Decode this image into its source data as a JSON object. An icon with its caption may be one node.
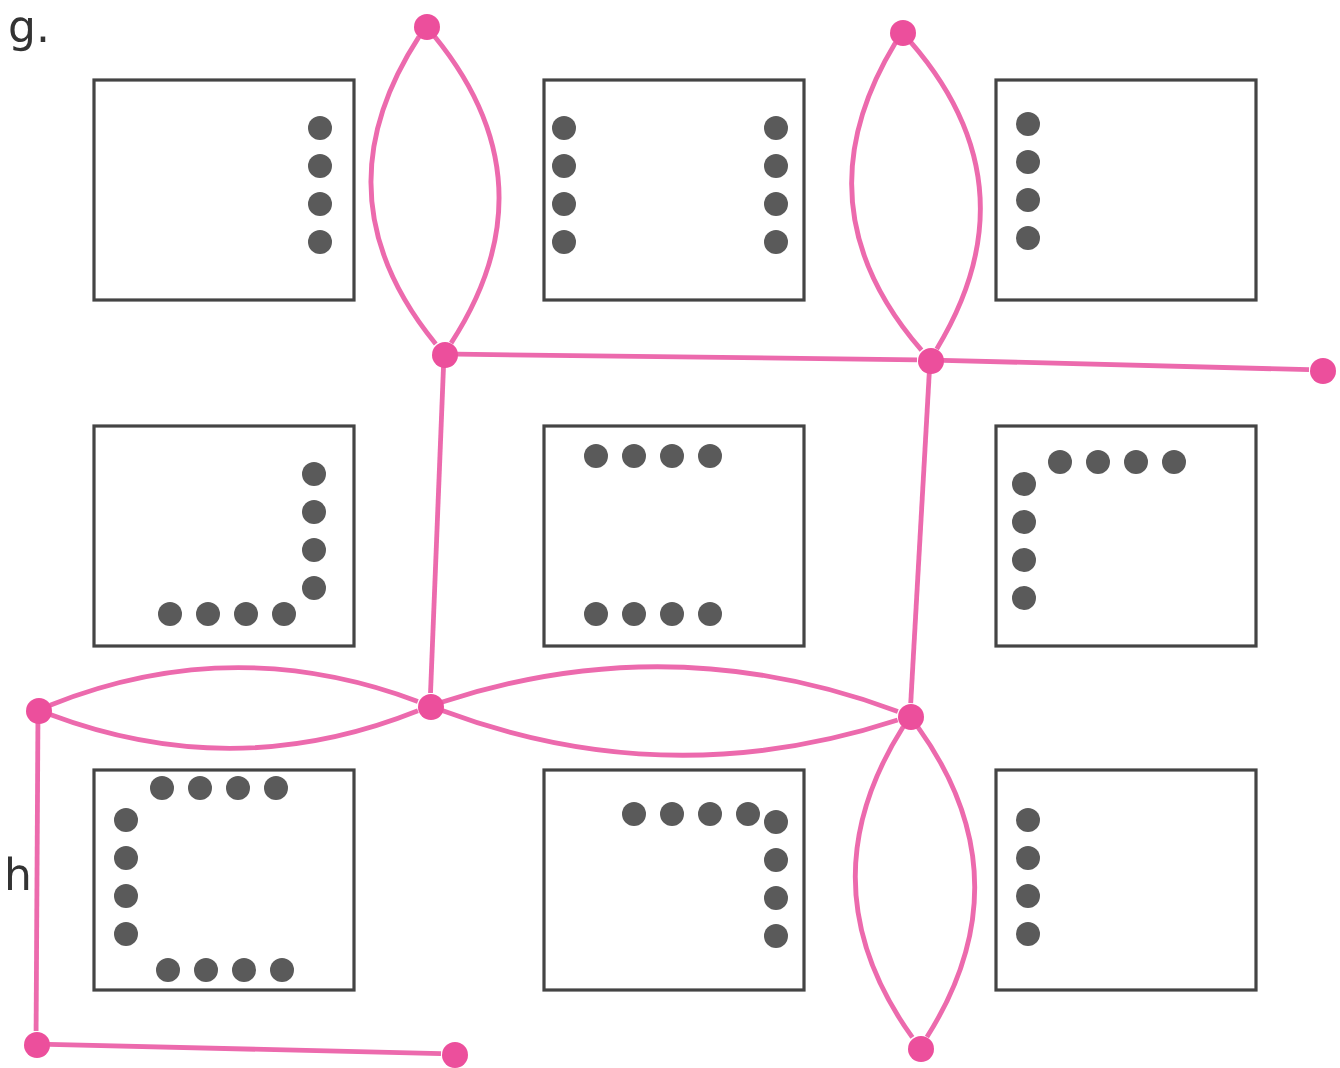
{
  "diagram": {
    "nodes": [
      {
        "text": [],
        "shape": "circle"
      },
      {
        "text": [],
        "shape": "circle"
      },
      {
        "text": [],
        "shape": "circle"
      },
      {
        "text": [],
        "shape": "circle"
      },
      {
        "text": [],
        "shape": "circle"
      },
      {
        "text": [],
        "shape": "circle"
      },
      {
        "text": [],
        "shape": "circle"
      },
      {
        "text": [],
        "shape": "circle"
      },
      {
        "text": [],
        "shape": "circle"
      },
      {
        "text": [],
        "shape": "circle"
      },
      {
        "text": [],
        "shape": "circle"
      }
    ],
    "edges": [
      {
        "from": 0,
        "to": 2,
        "arrow": "none"
      },
      {
        "from": 0,
        "to": 2,
        "arrow": "none"
      },
      {
        "from": 1,
        "to": 3,
        "arrow": "none"
      },
      {
        "from": 1,
        "to": 3,
        "arrow": "none"
      },
      {
        "from": 2,
        "to": 3,
        "arrow": "none"
      },
      {
        "from": 3,
        "to": 4,
        "arrow": "none"
      },
      {
        "from": 2,
        "to": 6,
        "arrow": "none"
      },
      {
        "from": 3,
        "to": 7,
        "arrow": "none"
      },
      {
        "from": 5,
        "to": 6,
        "arrow": "none"
      },
      {
        "from": 5,
        "to": 6,
        "arrow": "none"
      },
      {
        "from": 6,
        "to": 7,
        "arrow": "none"
      },
      {
        "from": 6,
        "to": 7,
        "arrow": "none"
      },
      {
        "from": 7,
        "to": 10,
        "arrow": "none"
      },
      {
        "from": 7,
        "to": 10,
        "arrow": "none"
      },
      {
        "from": 5,
        "to": 8,
        "arrow": "none"
      },
      {
        "from": 8,
        "to": 9,
        "arrow": "none"
      }
    ],
    "labels": [
      "g.",
      "h"
    ]
  }
}
